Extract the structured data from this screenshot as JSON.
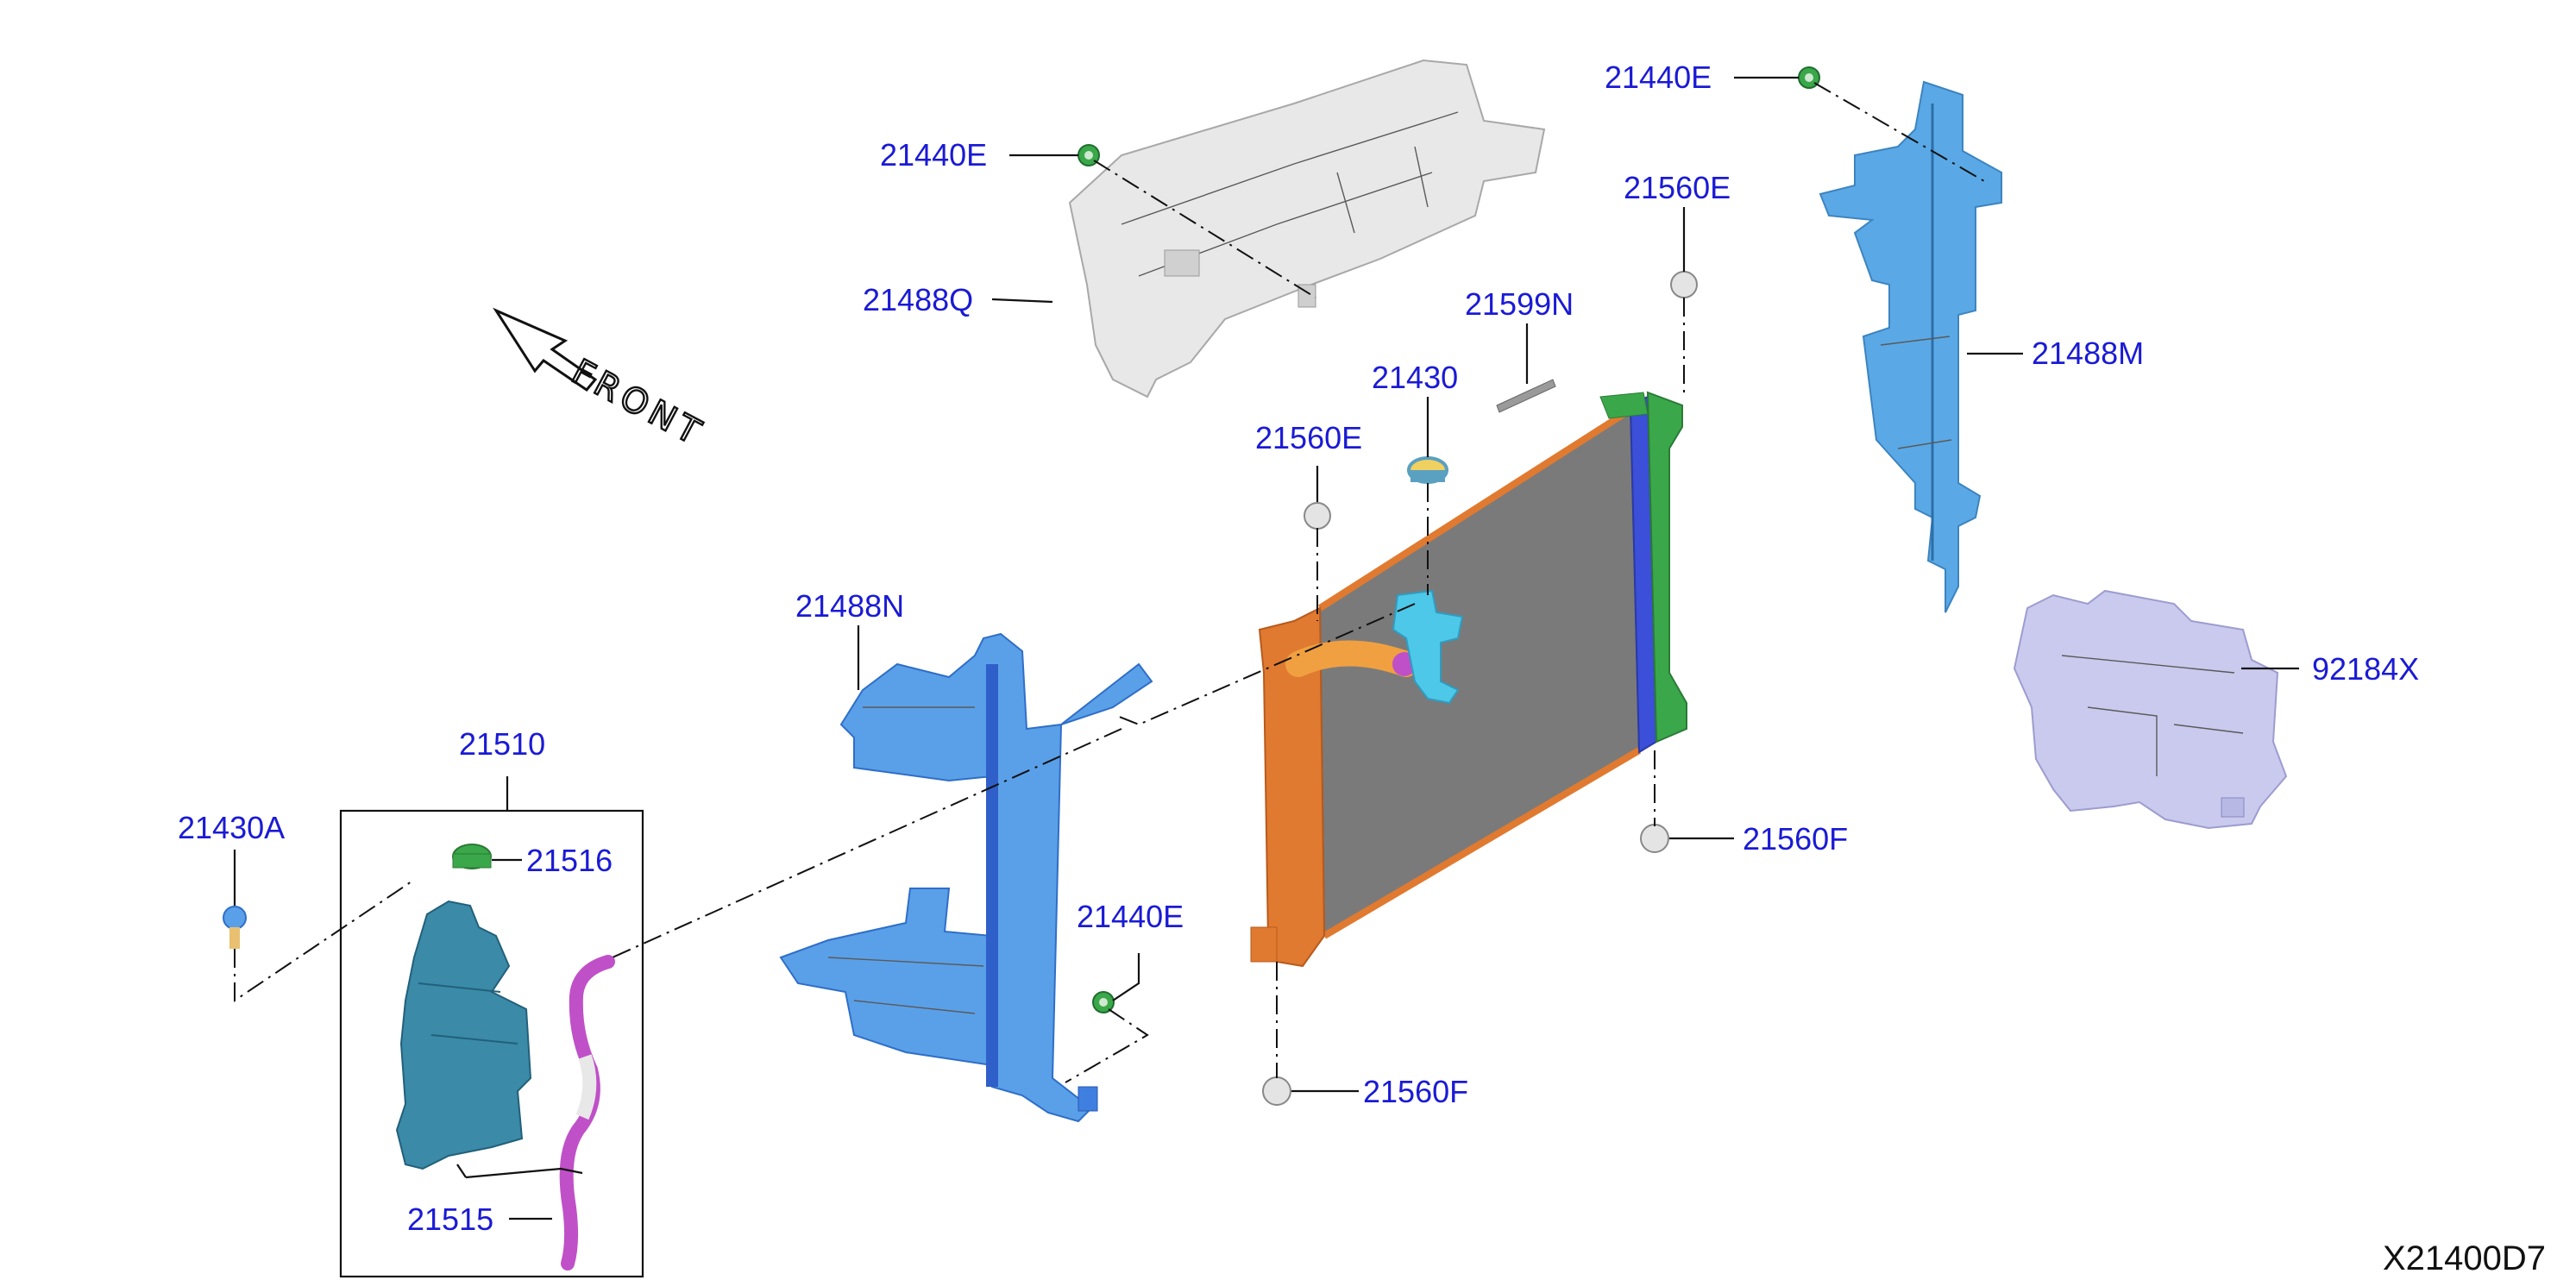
{
  "diagram_code": "X21400D7",
  "front_label": "FRONT",
  "parts": {
    "p21440e_top": "21440E",
    "p21488q": "21488Q",
    "p21440e_right": "21440E",
    "p21560e_right": "21560E",
    "p21488m": "21488M",
    "p21599n": "21599N",
    "p21430": "21430",
    "p21560e_mid": "21560E",
    "p21488n": "21488N",
    "p21510": "21510",
    "p21430a": "21430A",
    "p21516": "21516",
    "p21440e_bottom": "21440E",
    "p21560f_right": "21560F",
    "p21560f_bottom": "21560F",
    "p92184x": "92184X",
    "p21515": "21515"
  },
  "colors": {
    "label": "#1a1ad6",
    "radiator_core": "#7a7a7a",
    "tank_orange": "#e07a30",
    "side_blue": "#3b4fd8",
    "tank_green": "#3aa84a",
    "shroud_blue": "#3f7fe0",
    "shroud_light_blue": "#5aa9e6",
    "reservoir_teal": "#3a8aa8",
    "hose_magenta": "#c050c8",
    "cap_yellow": "#f0d060",
    "filler_cyan": "#4ec8e8",
    "upper_cover_gray": "#e6e6e6",
    "bracket_lavender": "#c8c8ec"
  }
}
